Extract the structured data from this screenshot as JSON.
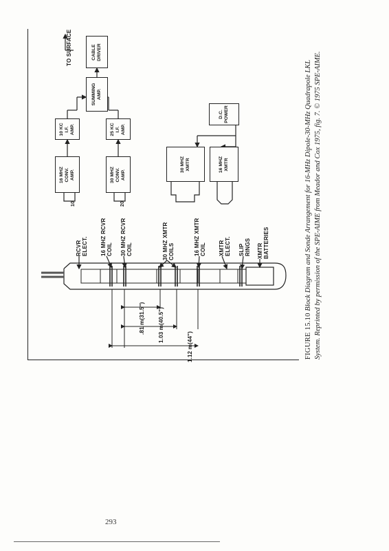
{
  "blocks": {
    "conv16": [
      "16 MHZ",
      "CONV.",
      "AMP."
    ],
    "conv30": [
      "30 MHZ",
      "CONV.",
      "AMP."
    ],
    "if10": [
      "10 KC",
      "I.F.",
      "AMP."
    ],
    "if25": [
      "25 KC",
      "I.F.",
      "AMP."
    ],
    "summing": [
      "SUMMING",
      "AMP."
    ],
    "cable": [
      "CABLE",
      "DRIVER"
    ],
    "dcpower": [
      "D.C.",
      "POWER"
    ],
    "xmtr30": [
      "30 MHZ",
      "XMTR"
    ],
    "xmtr16": [
      "16 MHZ",
      "XMTR"
    ]
  },
  "to_surface": "TO SURFACE",
  "plug_labels": {
    "p1": "10",
    "p2": "20"
  },
  "sonde_labels": {
    "rcvr_elect": [
      "RCVR",
      "ELECT."
    ],
    "rcvr16": [
      "16 MHZ RCVR",
      "COIL"
    ],
    "rcvr30": [
      "30 MHZ RCVR",
      "COIL"
    ],
    "xmtr30": [
      "30 MHZ XMTR",
      "COILS"
    ],
    "xmtr16": [
      "16 MHZ XMTR",
      "COIL"
    ],
    "xmtr_elect": [
      "XMTR",
      "ELECT."
    ],
    "slip_rings": [
      "SLIP",
      "RINGS"
    ],
    "batteries": [
      "XMTR",
      "BATTERIES"
    ]
  },
  "dimensions": {
    "d1": ".81 m(31.5\")",
    "d2": "1.03 m(40.5\")",
    "d3": "1.12 m(44\")"
  },
  "caption": {
    "number": "FIGURE 15.10",
    "line1": "Block Diagram and Sonde Arrangement for 16-MHz Dipole-30-MHz Quadrapole LKL",
    "line2": "System. Reprinted by permission of the SPE-AIME from Meador and Cox 1975, fig. 7. © 1975 SPE-AIME."
  },
  "page_number": "293"
}
